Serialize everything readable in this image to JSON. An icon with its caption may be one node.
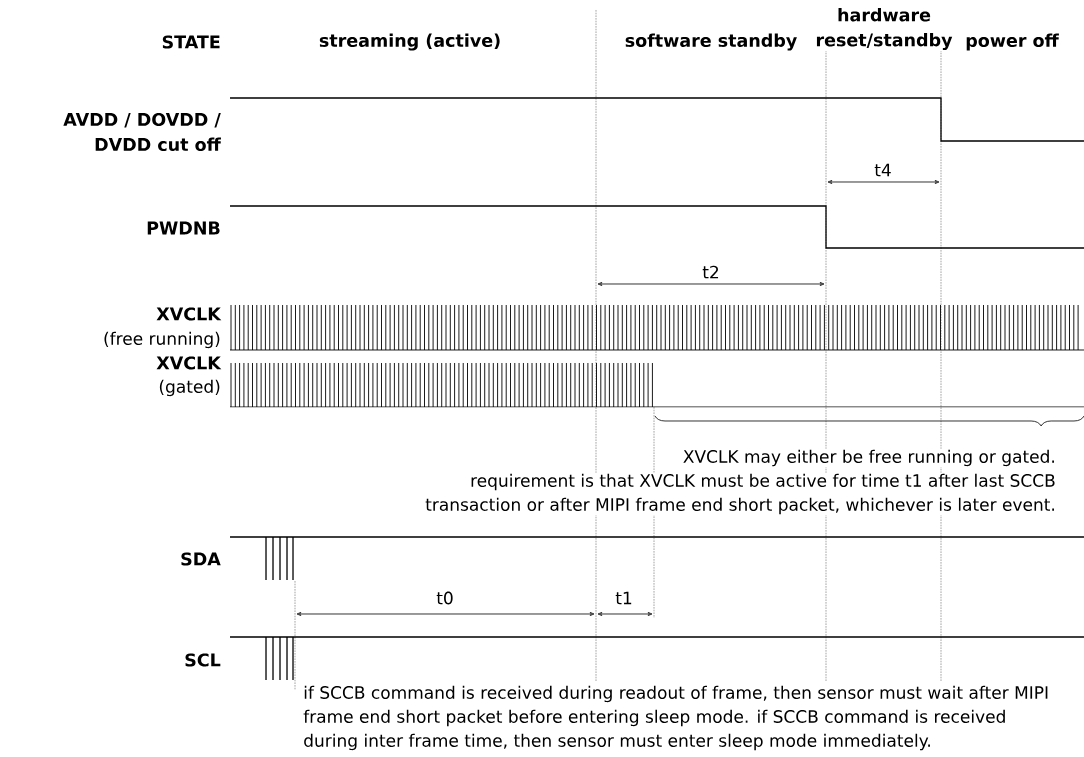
{
  "diagram": {
    "labels": [
      "STATE",
      "streaming (active)",
      "software standby",
      "hardware reset/standby",
      "power off",
      "AVDD / DOVDD / DVDD cut off",
      "t4",
      "PWDNB",
      "t2",
      "XVCLK",
      "(free running)",
      "XVCLK",
      "(gated)",
      "XVCLK may either be free running or gated.",
      "requirement is that XVCLK must be active for time t1 after last SCCB transaction or after MIPI frame end short packet, whichever is later event.",
      "SDA",
      "t0",
      "t1",
      "SCL",
      "if SCCB command is received during readout of frame, then sensor must wait after MIPI frame end short packet before entering sleep mode. if SCCB command is received during inter frame time, then sensor must enter sleep mode immediately."
    ]
  }
}
